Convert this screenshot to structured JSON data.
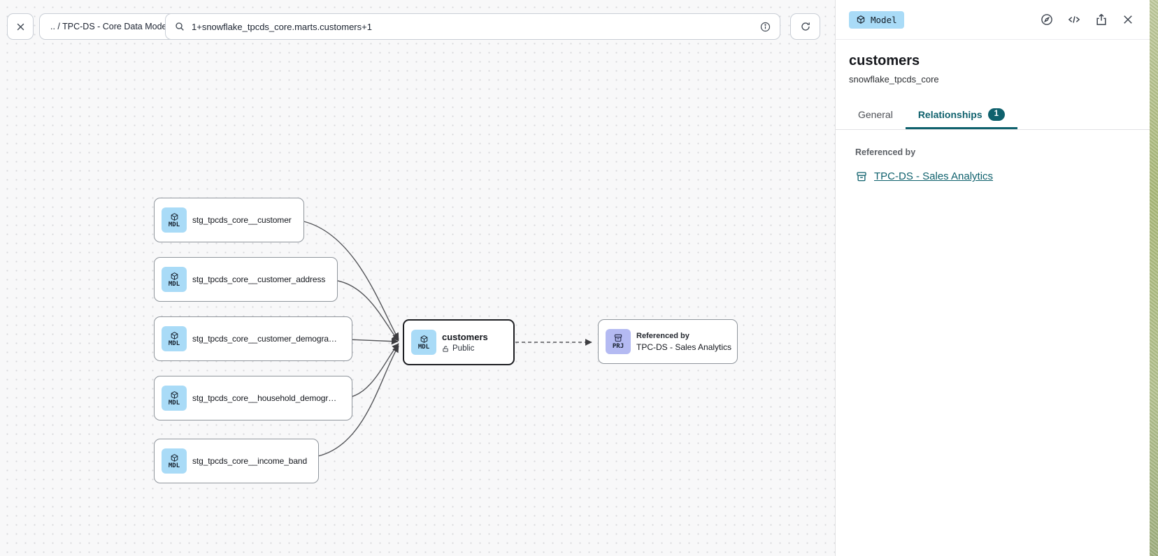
{
  "toolbar": {
    "breadcrumb": ".. / TPC-DS - Core Data Models",
    "search_value": "1+snowflake_tpcds_core.marts.customers+1"
  },
  "panel": {
    "type_badge": "Model",
    "title": "customers",
    "subtitle": "snowflake_tpcds_core",
    "tabs": {
      "general": "General",
      "relationships": "Relationships",
      "relationships_count": "1"
    },
    "referenced_by_label": "Referenced by",
    "referenced_by_link": "TPC-DS - Sales Analytics"
  },
  "graph": {
    "upstream_nodes": [
      {
        "badge": "MDL",
        "label": "stg_tpcds_core__customer"
      },
      {
        "badge": "MDL",
        "label": "stg_tpcds_core__customer_address"
      },
      {
        "badge": "MDL",
        "label": "stg_tpcds_core__customer_demogra…"
      },
      {
        "badge": "MDL",
        "label": "stg_tpcds_core__household_demogr…"
      },
      {
        "badge": "MDL",
        "label": "stg_tpcds_core__income_band"
      }
    ],
    "selected_node": {
      "badge": "MDL",
      "label": "customers",
      "access_label": "Public"
    },
    "downstream_node": {
      "badge": "PRJ",
      "kicker": "Referenced by",
      "label": "TPC-DS - Sales Analytics"
    }
  },
  "icons": {
    "toolbar": [
      "close-icon",
      "search-icon",
      "info-icon",
      "refresh-icon"
    ],
    "panel": [
      "cube-icon",
      "compass-icon",
      "code-icon",
      "share-icon",
      "close-icon",
      "project-icon"
    ],
    "node": [
      "cube-icon",
      "unlock-icon",
      "project-icon"
    ]
  },
  "colors": {
    "accent_teal": "#0f616d",
    "model_badge_bg": "#a9dbf7",
    "project_badge_bg": "#b4baf2",
    "canvas_bg": "#f8f8f9"
  }
}
